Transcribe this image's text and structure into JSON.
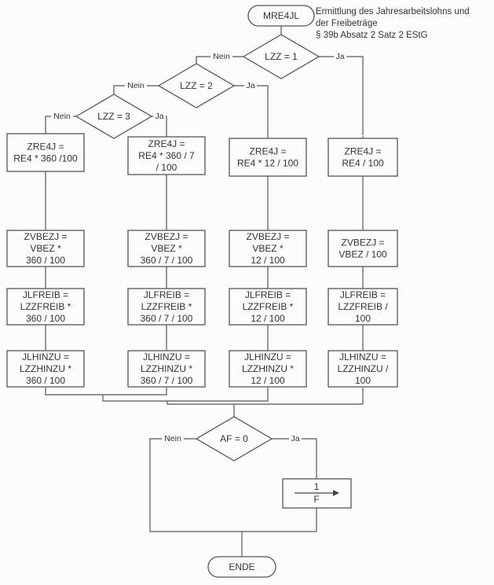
{
  "title_note": {
    "lines": [
      "Ermittlung des Jahresarbeitslohns und",
      "der Freibeträge",
      "§ 39b Absatz 2 Satz 2 EStG"
    ]
  },
  "start": "MRE4JL",
  "end": "ENDE",
  "decisions": {
    "lzz1": "LZZ = 1",
    "lzz2": "LZZ = 2",
    "lzz3": "LZZ = 3",
    "af": "AF = 0"
  },
  "branch_labels": {
    "yes": "Ja",
    "no": "Nein"
  },
  "columns": [
    {
      "zre4j": [
        "ZRE4J =",
        "RE4 * 360 /100"
      ],
      "zvbezj": [
        "ZVBEZJ =",
        "VBEZ *",
        "360 / 100"
      ],
      "jlfreib": [
        "JLFREIB =",
        "LZZFREIB *",
        "360 / 100"
      ],
      "jlhinzu": [
        "JLHINZU =",
        "LZZHINZU *",
        "360 / 100"
      ]
    },
    {
      "zre4j": [
        "ZRE4J =",
        "RE4 * 360 / 7",
        "/ 100"
      ],
      "zvbezj": [
        "ZVBEZJ =",
        "VBEZ *",
        "360 / 7 / 100"
      ],
      "jlfreib": [
        "JLFREIB =",
        "LZZFREIB *",
        "360 / 7 / 100"
      ],
      "jlhinzu": [
        "JLHINZU =",
        "LZZHINZU *",
        "360 / 7 / 100"
      ]
    },
    {
      "zre4j": [
        "ZRE4J =",
        "RE4 * 12 / 100"
      ],
      "zvbezj": [
        "ZVBEZJ =",
        "VBEZ *",
        "12 / 100"
      ],
      "jlfreib": [
        "JLFREIB =",
        "LZZFREIB *",
        "12 / 100"
      ],
      "jlhinzu": [
        "JLHINZU =",
        "LZZHINZU *",
        "12 / 100"
      ]
    },
    {
      "zre4j": [
        "ZRE4J =",
        "RE4 / 100"
      ],
      "zvbezj": [
        "ZVBEZJ =",
        "VBEZ / 100"
      ],
      "jlfreib": [
        "JLFREIB =",
        "LZZFREIB /",
        "100"
      ],
      "jlhinzu": [
        "JLHINZU =",
        "LZZHINZU /",
        "100"
      ]
    }
  ],
  "assign_box": {
    "value": "1",
    "target": "F"
  }
}
